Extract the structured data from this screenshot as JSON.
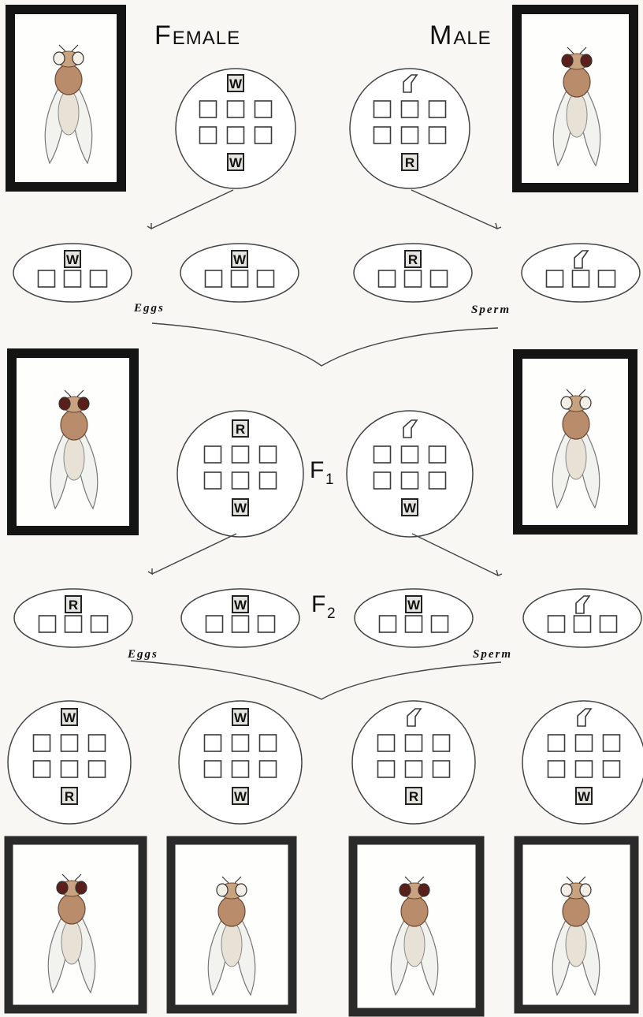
{
  "header": {
    "female": "Female",
    "male": "Male"
  },
  "labels": {
    "eggs_1": "Eggs",
    "sperm_1": "Sperm",
    "eggs_2": "Eggs",
    "sperm_2": "Sperm",
    "f1": "F",
    "f1_sub": "1",
    "f2": "F",
    "f2_sub": "2"
  },
  "parents": {
    "female": {
      "top": "W",
      "bottom": "W"
    },
    "male": {
      "top": "Y",
      "bottom": "R"
    }
  },
  "gametes_1": [
    {
      "top": "W",
      "role": "egg"
    },
    {
      "top": "W",
      "role": "egg"
    },
    {
      "top": "R",
      "role": "sperm"
    },
    {
      "top": "Y",
      "role": "sperm"
    }
  ],
  "f1_cells": [
    {
      "sex": "female",
      "top": "R",
      "bottom": "W"
    },
    {
      "sex": "male",
      "top": "Y",
      "bottom": "W"
    }
  ],
  "gametes_2": [
    {
      "top": "R",
      "role": "egg"
    },
    {
      "top": "W",
      "role": "egg"
    },
    {
      "top": "W",
      "role": "sperm"
    },
    {
      "top": "Y",
      "role": "sperm"
    }
  ],
  "f2_cells": [
    {
      "sex": "female",
      "top": "W",
      "bottom": "R"
    },
    {
      "sex": "female",
      "top": "W",
      "bottom": "W"
    },
    {
      "sex": "male",
      "top": "Y",
      "bottom": "R"
    },
    {
      "sex": "male",
      "top": "Y",
      "bottom": "W"
    }
  ],
  "flies": {
    "parent_female": {
      "eye": "white",
      "sex": "female"
    },
    "parent_male": {
      "eye": "red",
      "sex": "male"
    },
    "f1_female": {
      "eye": "red",
      "sex": "female"
    },
    "f1_male": {
      "eye": "white",
      "sex": "male"
    },
    "f2": [
      {
        "eye": "red",
        "sex": "female"
      },
      {
        "eye": "white",
        "sex": "female"
      },
      {
        "eye": "red",
        "sex": "male"
      },
      {
        "eye": "white",
        "sex": "male"
      }
    ]
  },
  "colors": {
    "red_eye": "#5a1f1a",
    "white_eye": "#f3efe6",
    "body": "#b98d6b",
    "wing": "#f2f2ee"
  }
}
